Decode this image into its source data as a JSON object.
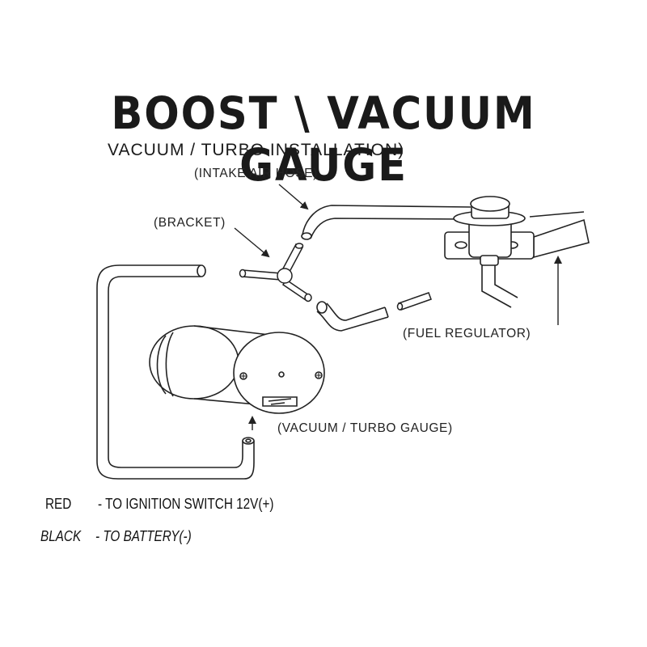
{
  "title": "BOOST \\ VACUUM GAUGE",
  "subtitle": "VACUUM / TURBO INSTALLATION)",
  "labels": {
    "intake_air_hose": "(INTAKE AIR HOSE)",
    "bracket": "(BRACKET)",
    "fuel_regulator": "(FUEL REGULATOR)",
    "vacuum_turbo_gauge": "(VACUUM / TURBO GAUGE)"
  },
  "wiring": [
    {
      "color": "RED",
      "instruction": "- TO  IGNITION SWITCH 12V(+)"
    },
    {
      "color": "BLACK",
      "instruction": "- TO BATTERY(-)"
    }
  ]
}
